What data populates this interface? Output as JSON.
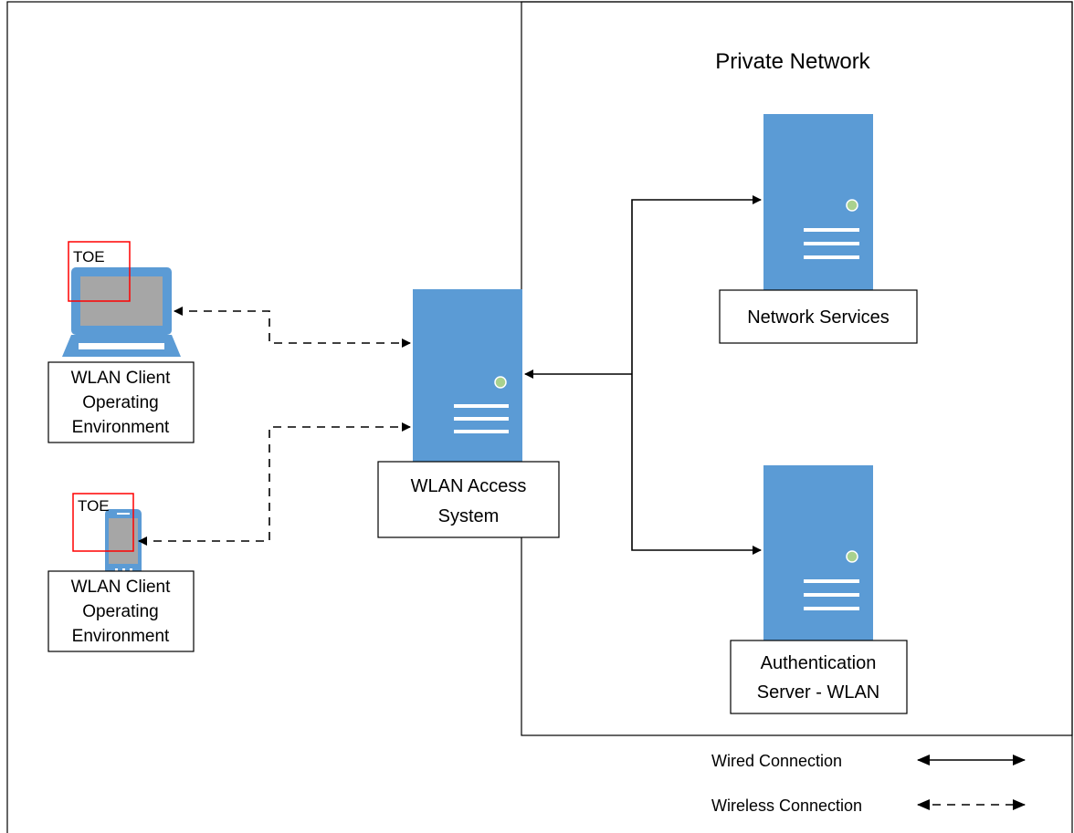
{
  "private_network": {
    "title": "Private Network"
  },
  "devices": {
    "laptop": {
      "toe": "TOE",
      "label_line1": "WLAN Client",
      "label_line2": "Operating",
      "label_line3": "Environment"
    },
    "phone": {
      "toe": "TOE",
      "label_line1": "WLAN Client",
      "label_line2": "Operating",
      "label_line3": "Environment"
    },
    "access_system": {
      "label_line1": "WLAN Access",
      "label_line2": "System"
    },
    "network_services": {
      "label": "Network Services"
    },
    "auth_server": {
      "label_line1": "Authentication",
      "label_line2": "Server - WLAN"
    }
  },
  "legend": {
    "wired": "Wired Connection",
    "wireless": "Wireless Connection"
  },
  "colors": {
    "server_blue": "#5b9bd5",
    "status_green": "#a9d18e",
    "toe_red": "#ff0000",
    "screen_gray": "#a6a6a6"
  }
}
